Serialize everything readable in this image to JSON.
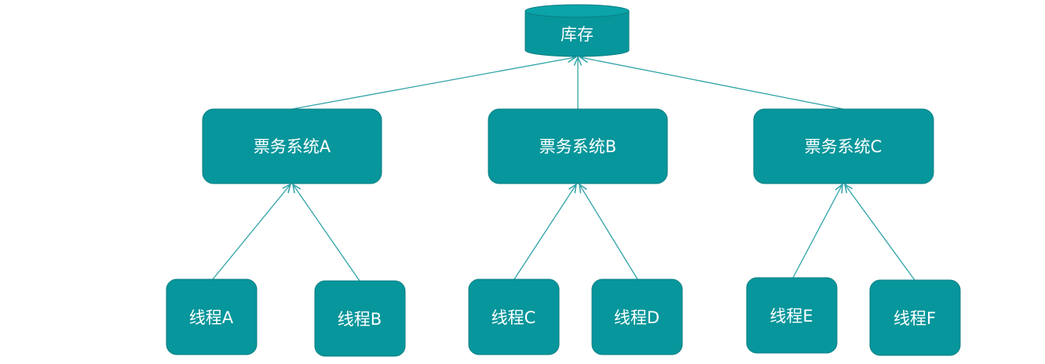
{
  "database": {
    "label": "库存"
  },
  "systems": [
    {
      "id": "sysA",
      "label": "票务系统A"
    },
    {
      "id": "sysB",
      "label": "票务系统B"
    },
    {
      "id": "sysC",
      "label": "票务系统C"
    }
  ],
  "threads": [
    {
      "id": "tA",
      "label": "线程A",
      "parent": "sysA"
    },
    {
      "id": "tB",
      "label": "线程B",
      "parent": "sysA"
    },
    {
      "id": "tC",
      "label": "线程C",
      "parent": "sysB"
    },
    {
      "id": "tD",
      "label": "线程D",
      "parent": "sysB"
    },
    {
      "id": "tE",
      "label": "线程E",
      "parent": "sysC"
    },
    {
      "id": "tF",
      "label": "线程F",
      "parent": "sysC"
    }
  ],
  "colors": {
    "node_fill": "#07969b",
    "edge": "#2fa3a8"
  }
}
